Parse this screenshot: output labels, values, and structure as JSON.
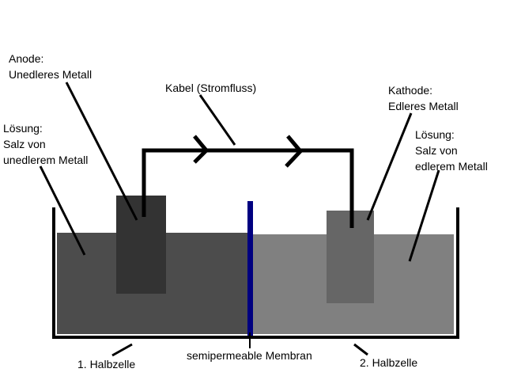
{
  "labels": {
    "anode": [
      "Anode:",
      "Unedleres Metall"
    ],
    "cable": "Kabel (Stromfluss)",
    "cathode": [
      "Kathode:",
      "Edleres Metall"
    ],
    "solution_left": [
      "Lösung:",
      "Salz von",
      "unedlerem Metall"
    ],
    "solution_right": [
      "Lösung:",
      "Salz von",
      "edlerem Metall"
    ],
    "half_cell_1": "1. Halbzelle",
    "half_cell_2": "2. Halbzelle",
    "membrane": "semipermeable Membran"
  },
  "colors": {
    "solution_left": "#4c4c4c",
    "solution_right": "#808080",
    "anode": "#333333",
    "cathode": "#666666",
    "membrane": "#000080",
    "wire": "#000000"
  }
}
